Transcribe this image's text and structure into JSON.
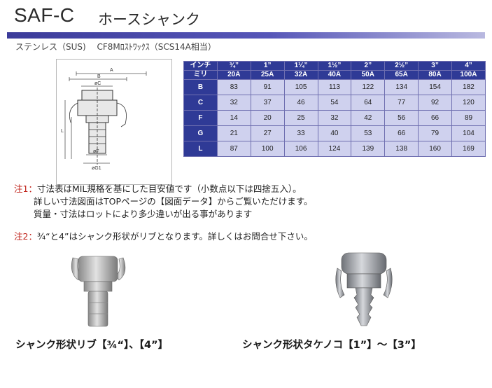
{
  "header": {
    "title": "SAF-C",
    "subtitle": "ホースシャンク"
  },
  "material": "ステンレス（SUS)　 CF8Mﾛｽﾄﾜｯｸｽ（SCS14A相当）",
  "diagram": {
    "labels": [
      "A",
      "B",
      "øC",
      "L",
      "øF",
      "øG1"
    ]
  },
  "table": {
    "header_row1_label": "インチ",
    "header_row2_label": "ミリ",
    "inch_sizes": [
      "¾”",
      "1”",
      "1¼”",
      "1½”",
      "2”",
      "2½”",
      "3”",
      "4”"
    ],
    "mm_sizes": [
      "20A",
      "25A",
      "32A",
      "40A",
      "50A",
      "65A",
      "80A",
      "100A"
    ],
    "rows": [
      {
        "label": "B",
        "values": [
          "83",
          "91",
          "105",
          "113",
          "122",
          "134",
          "154",
          "182"
        ]
      },
      {
        "label": "C",
        "values": [
          "32",
          "37",
          "46",
          "54",
          "64",
          "77",
          "92",
          "120"
        ]
      },
      {
        "label": "F",
        "values": [
          "14",
          "20",
          "25",
          "32",
          "42",
          "56",
          "66",
          "89"
        ]
      },
      {
        "label": "G",
        "values": [
          "21",
          "27",
          "33",
          "40",
          "53",
          "66",
          "79",
          "104"
        ]
      },
      {
        "label": "L",
        "values": [
          "87",
          "100",
          "106",
          "124",
          "139",
          "138",
          "160",
          "169"
        ]
      }
    ]
  },
  "notes": {
    "note1_lead": "注1：",
    "note1_line1": "寸法表はMIL規格を基にした目安値です（小数点以下は四捨五入）。",
    "note1_line2": "詳しい寸法図面はTOPページの【図面データ】からご覧いただけます。",
    "note1_line3": "質量・寸法はロットにより多少違いが出る事があります",
    "note2_lead": "注2：",
    "note2_text": "¾“と4”はシャンク形状がリブとなります。詳しくはお問合せ下さい。"
  },
  "captions": {
    "left": "シャンク形状リブ【¾“】、【4”】",
    "right": "シャンク形状タケノコ【1”】～【3”】"
  },
  "colors": {
    "table_header": "#2f3a96",
    "table_cell": "#cfd1ee",
    "note_lead": "#c0221a",
    "rule": "#3c3c9a"
  }
}
